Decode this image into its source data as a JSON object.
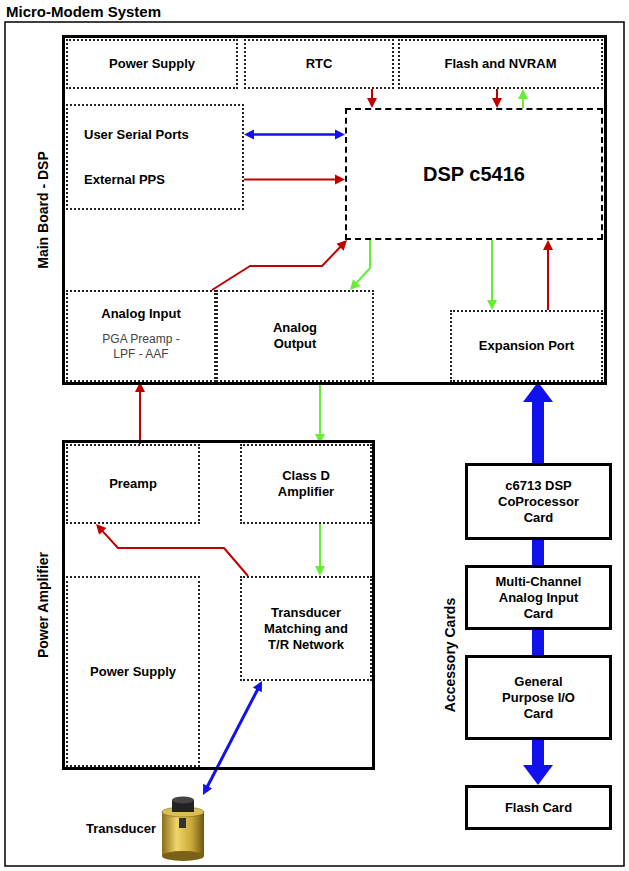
{
  "diagram": {
    "title": "Micro-Modem System",
    "nodes": [
      {
        "text": [
          "Main Board - DSP"
        ]
      },
      {
        "text": [
          "Power Supply"
        ],
        "in": 0
      },
      {
        "text": [
          "RTC"
        ],
        "in": 0
      },
      {
        "text": [
          "Flash and NVRAM"
        ],
        "in": 0
      },
      {
        "text": [
          "User Serial Ports",
          "External PPS"
        ],
        "in": 0
      },
      {
        "text": [
          "DSP c5416"
        ],
        "in": 0
      },
      {
        "text": [
          "Analog Input",
          "PGA Preamp - LPF - AAF"
        ],
        "in": 0
      },
      {
        "text": [
          "Analog Output"
        ],
        "in": 0
      },
      {
        "text": [
          "Expansion Port"
        ],
        "in": 0
      },
      {
        "text": [
          "Power Amplifier"
        ]
      },
      {
        "text": [
          "Preamp"
        ],
        "in": 9
      },
      {
        "text": [
          "Class D Amplifier"
        ],
        "in": 9
      },
      {
        "text": [
          "Power Supply"
        ],
        "in": 9
      },
      {
        "text": [
          "Transducer Matching and T/R Network"
        ],
        "in": 9
      },
      {
        "text": [
          "Transducer"
        ]
      },
      {
        "text": [
          "c6713 DSP CoProcessor Card"
        ]
      },
      {
        "text": [
          "Multi-Channel Analog Input Card"
        ]
      },
      {
        "text": [
          "General Purpose I/O Card"
        ]
      },
      {
        "text": [
          "Flash Card"
        ]
      }
    ],
    "edges": [
      {
        "from": 2,
        "to": 5,
        "arrow": "to"
      },
      {
        "from": 3,
        "to": 5,
        "arrow": "to"
      },
      {
        "from": 5,
        "to": 3,
        "arrow": "to"
      },
      {
        "from": 4,
        "to": 5,
        "arrow": "both"
      },
      {
        "from": 4,
        "to": 5,
        "arrow": "to"
      },
      {
        "from": 6,
        "to": 5,
        "arrow": "to"
      },
      {
        "from": 5,
        "to": 7,
        "arrow": "to"
      },
      {
        "from": 5,
        "to": 8,
        "arrow": "to"
      },
      {
        "from": 8,
        "to": 5,
        "arrow": "to"
      },
      {
        "from": 10,
        "to": 6,
        "arrow": "to"
      },
      {
        "from": 7,
        "to": 11,
        "arrow": "to"
      },
      {
        "from": 11,
        "to": 13,
        "arrow": "to"
      },
      {
        "from": 13,
        "to": 10,
        "arrow": "to"
      },
      {
        "from": 13,
        "to": 14,
        "arrow": "both"
      },
      {
        "from": 15,
        "to": 8,
        "arrow": "to"
      },
      {
        "from": 15,
        "to": 16,
        "arrow": "none"
      },
      {
        "from": 16,
        "to": 17,
        "arrow": "none"
      },
      {
        "from": 17,
        "to": 18,
        "arrow": "to"
      }
    ],
    "labels": [
      "Accessory Cards"
    ]
  }
}
